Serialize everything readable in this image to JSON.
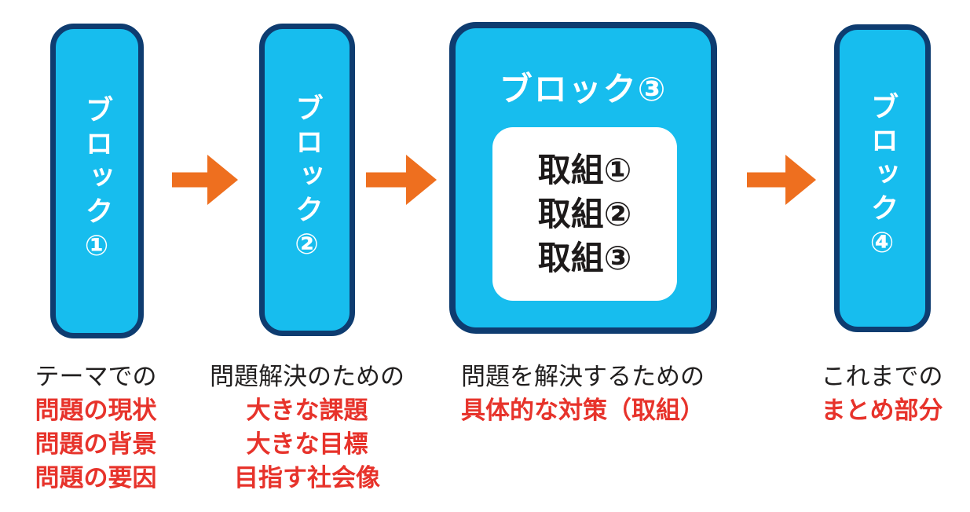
{
  "diagram": {
    "type": "flow",
    "direction": "left-to-right",
    "colors": {
      "block_fill": "#17bdee",
      "block_border": "#0e3c70",
      "block_label_text": "#ffffff",
      "arrow": "#ee6f1f",
      "caption_intro_text": "#211f1f",
      "caption_point_text": "#e7332b",
      "inner_box_fill": "#ffffff",
      "inner_box_text": "#1d1a1a"
    }
  },
  "blocks": [
    {
      "label": "ブロック①"
    },
    {
      "label": "ブロック②"
    },
    {
      "label": "ブロック③",
      "items": [
        "取組①",
        "取組②",
        "取組③"
      ]
    },
    {
      "label": "ブロック④"
    }
  ],
  "captions": [
    {
      "intro": "テーマでの",
      "points": [
        "問題の現状",
        "問題の背景",
        "問題の要因"
      ]
    },
    {
      "intro": "問題解決のための",
      "points": [
        "大きな課題",
        "大きな目標",
        "目指す社会像"
      ]
    },
    {
      "intro": "問題を解決するための",
      "points": [
        "具体的な対策（取組）"
      ]
    },
    {
      "intro": "これまでの",
      "points": [
        "まとめ部分"
      ]
    }
  ]
}
